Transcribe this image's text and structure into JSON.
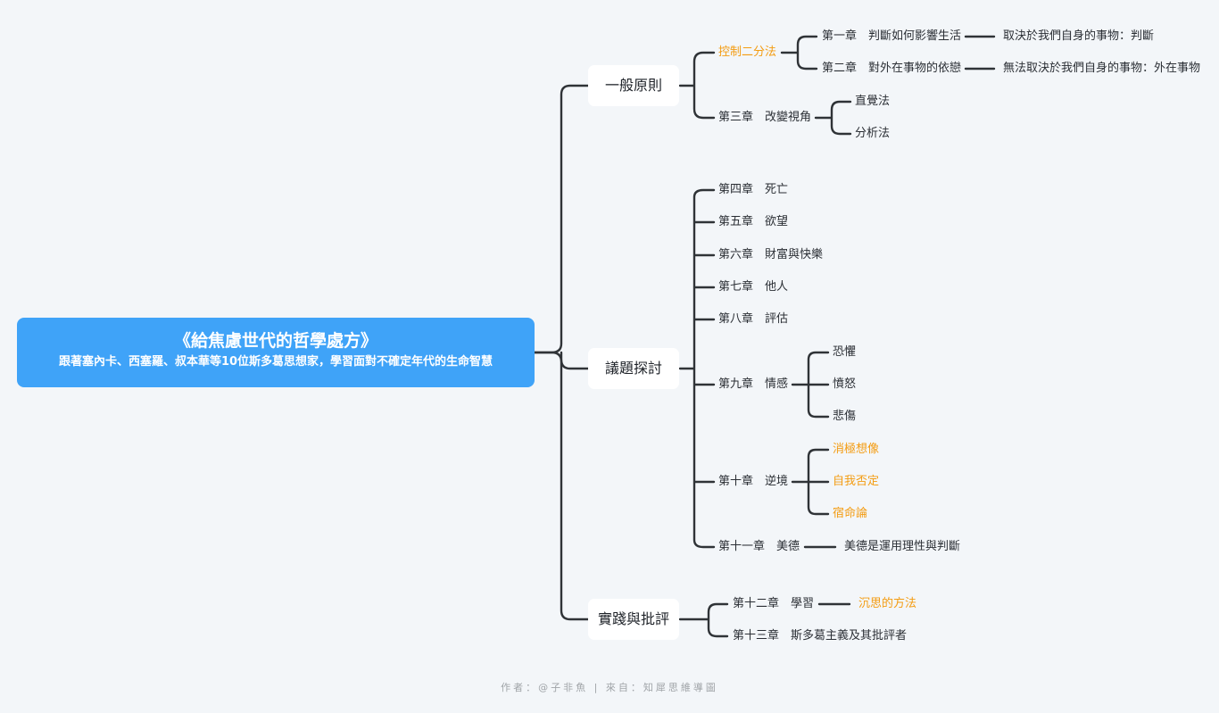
{
  "root": {
    "title": "《給焦慮世代的哲學處方》",
    "subtitle": "跟著塞內卡、西塞羅、叔本華等10位斯多葛思想家，學習面對不確定年代的生命智慧"
  },
  "branches": {
    "b1": "一般原則",
    "b2": "議題探討",
    "b3": "實踐與批評"
  },
  "nodes": {
    "control": "控制二分法",
    "ch1": "第一章　判斷如何影響生活",
    "ch1_leaf": "取決於我們自身的事物：判斷",
    "ch2": "第二章　對外在事物的依戀",
    "ch2_leaf": "無法取決於我們自身的事物：外在事物",
    "ch3": "第三章　改變視角",
    "intuition": "直覺法",
    "analysis": "分析法",
    "ch4": "第四章　死亡",
    "ch5": "第五章　欲望",
    "ch6": "第六章　財富與快樂",
    "ch7": "第七章　他人",
    "ch8": "第八章　評估",
    "ch9": "第九章　情感",
    "fear": "恐懼",
    "anger": "憤怒",
    "grief": "悲傷",
    "ch10": "第十章　逆境",
    "neg_imagine": "消極想像",
    "self_deny": "自我否定",
    "fatalism": "宿命論",
    "ch11": "第十一章　美德",
    "virtue_leaf": "美德是運用理性與判斷",
    "ch12": "第十二章　學習",
    "contemplation": "沉思的方法",
    "ch13": "第十三章　斯多葛主義及其批評者"
  },
  "footer": "作者：@子非魚 | 來自：知犀思維導圖",
  "colors": {
    "root_bg": "#3fa3f8",
    "highlight": "#f39c12",
    "line": "#2f3337",
    "background": "#f3f6f9"
  }
}
